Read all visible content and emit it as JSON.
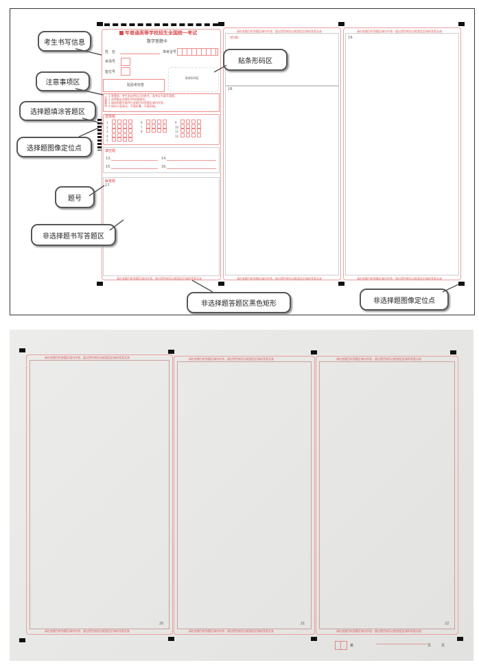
{
  "sheet": {
    "title": "年普通高等学校招生全国统一考试",
    "subtitle": "数学答题卡",
    "name_label": "姓　名",
    "ticket_label": "准考证号",
    "exam_room_label": "考场号",
    "seat_label": "座位号",
    "sticker_label": "贴验考标签",
    "barcode_label": "贴条形码区",
    "notice_side": "注意事项",
    "notice_lines": [
      "1.答题前，考生务必将自己的姓名、准考证号填写清楚。",
      "2.选择题必须使用2B铅笔填涂。",
      "3.请按照题号顺序在各题目的答题区域内作答。",
      "4.保持卡面清洁，不要折叠、不要弄破。"
    ],
    "choice_title": "选择题",
    "choice_numbers": [
      "1",
      "2",
      "3",
      "4",
      "5",
      "6",
      "7",
      "8",
      "9",
      "10",
      "11",
      "12"
    ],
    "options": [
      "A",
      "B",
      "C",
      "D"
    ],
    "fill_title": "填空题",
    "fill_numbers": [
      "13.",
      "14.",
      "15.",
      "16."
    ],
    "answer_title": "解答题",
    "answer_first": "17.",
    "mid_top": "（第1题）",
    "q18": "18.",
    "q19": "19.",
    "panel_header": "请在各题目的答题区域内作答，超出黑色矩形边框限定区域的答案无效",
    "panel_footer": "请在各题目的答题区域内作答，超出黑色矩形边框限定区域的答案无效"
  },
  "callouts": {
    "student_info": "考生书写信息",
    "notice": "注意事项区",
    "choice_fill": "选择题填涂答题区",
    "choice_anchor": "选择题图像定位点",
    "question_no": "题号",
    "nonchoice_write": "非选择题书写答题区",
    "barcode": "贴条形码区",
    "black_rect": "非选择题答题区黑色矩形",
    "nonchoice_anchor": "非选择题图像定位点"
  },
  "photo": {
    "header": "请在各题目的答题区域内作答，超出黑色矩形边框限定区域的答案无效",
    "footer": "请在各题目的答题区域内作答，超出黑色矩形边框限定区域的答案无效",
    "page_nums": [
      "20",
      "21",
      "22"
    ],
    "footer_labels": [
      "第",
      "页",
      "页"
    ]
  }
}
